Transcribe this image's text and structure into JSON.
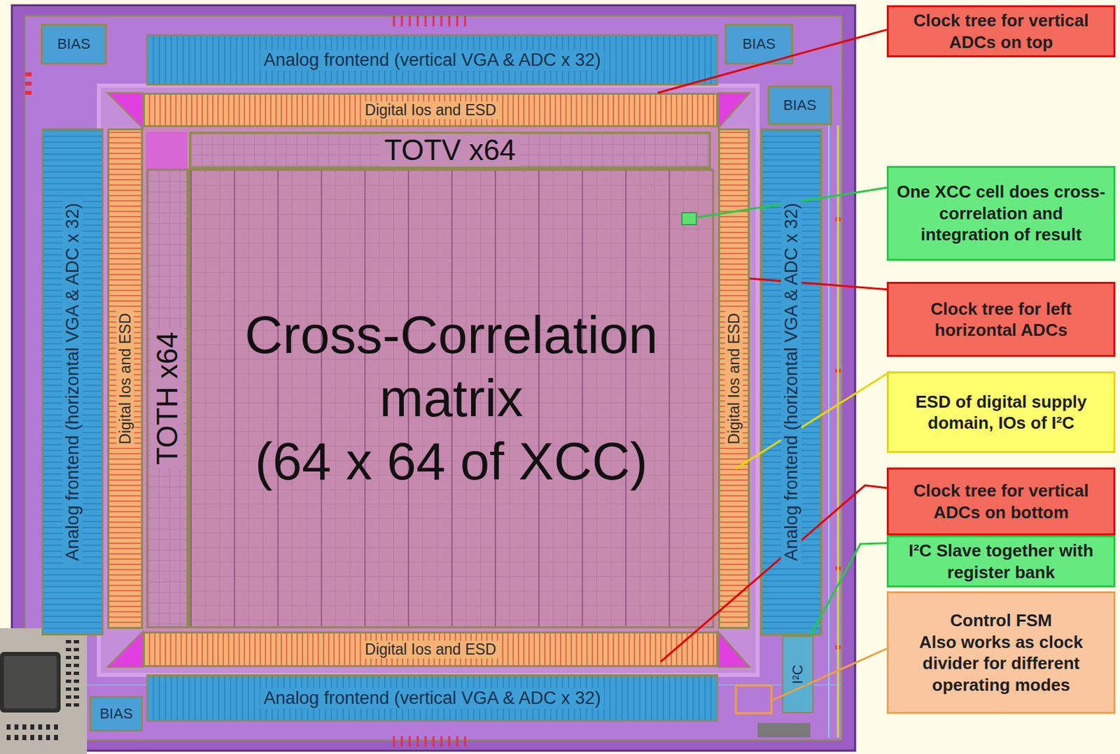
{
  "diagram": {
    "nodes": [
      {
        "text": [
          "BIAS"
        ]
      },
      {
        "text": [
          "Analog frontend (vertical VGA & ADC x 32)"
        ]
      },
      {
        "text": [
          "BIAS"
        ]
      },
      {
        "text": [
          "Clock tree for vertical ADCs on top"
        ]
      },
      {
        "text": [
          "Digital Ios and ESD"
        ]
      },
      {
        "text": [
          "BIAS"
        ]
      },
      {
        "text": [
          "TOTV x64"
        ]
      },
      {
        "text": [
          "One XCC cell does cross- correlation and integration of result"
        ]
      },
      {
        "text": [
          "Analog frontend (horizontal VGA & ADC x 32)"
        ]
      },
      {
        "text": [
          "Digital Ios and ESD"
        ]
      },
      {
        "text": [
          "TOTH x64"
        ]
      },
      {
        "text": [
          "Cross-Correlation matrix",
          "(64 x 64 of XCC)"
        ]
      },
      {
        "text": [
          "Digital Ios and ESD"
        ]
      },
      {
        "text": [
          "Analog frontend (horizontal VGA & ADC x 32)"
        ]
      },
      {
        "text": [
          "Clock tree for left horizontal ADCs"
        ]
      },
      {
        "text": [
          "ESD of digital supply domain, IOs of I²C"
        ]
      },
      {
        "text": [
          "Clock tree for vertical ADCs on bottom"
        ]
      },
      {
        "text": [
          "I²C Slave together with register bank"
        ]
      },
      {
        "text": [
          "Control FSM",
          "Also works as clock divider for different operating modes"
        ]
      },
      {
        "text": [
          "Digital Ios and ESD"
        ]
      },
      {
        "text": [
          "I²C"
        ]
      },
      {
        "text": [
          "BIAS"
        ]
      },
      {
        "text": [
          "Analog frontend (vertical VGA & ADC x 32)"
        ]
      }
    ],
    "edges": [
      {
        "from": 3,
        "to": 4,
        "arrow": "none"
      },
      {
        "from": 14,
        "to": 12,
        "arrow": "none"
      },
      {
        "from": 15,
        "to": 12,
        "arrow": "none"
      },
      {
        "from": 16,
        "to": 19,
        "arrow": "none"
      },
      {
        "from": 17,
        "to": 20,
        "arrow": "none"
      }
    ]
  }
}
